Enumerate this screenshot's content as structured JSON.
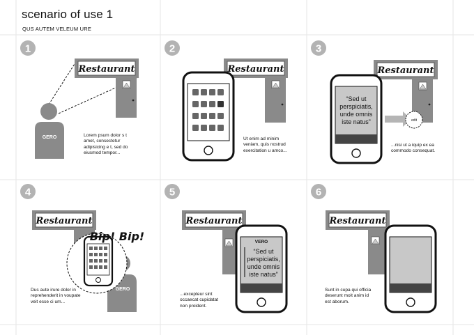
{
  "header": {
    "title": "scenario of use 1",
    "subtitle": "QUS AUTEM VELEUM  URE"
  },
  "steps": [
    "1",
    "2",
    "3",
    "4",
    "5",
    "6"
  ],
  "sign_text": "Restaurant",
  "person_label": "GERO",
  "edit_label": "edit",
  "bip_label": "Bip! Bip!",
  "vero_label": "VERO",
  "quote_lines": [
    "“Sed ut",
    "perspiciatis,",
    "unde omnis",
    "iste natus”"
  ],
  "captions": {
    "p1": [
      "Lorem  psum dolor s t",
      "amet, consectetur",
      "adipisicing e  t, sed do",
      "eiusmod tempor..."
    ],
    "p2": [
      "Ut enim ad minim",
      "veniam, quis nostrud",
      "exercitation u  amco..."
    ],
    "p3": [
      "...nisi ut a iquip ex ea",
      "commodo consequat."
    ],
    "p4": [
      "Dus aute irure dolor in",
      "reprehenderit in voupate",
      "veit esse ci um..."
    ],
    "p5": [
      "...excepteur sint",
      "occaecat cupidatat",
      "non proident."
    ],
    "p6": [
      "Sunt in cupa qui officia",
      "deserunt moit anim id",
      "est  aborum."
    ]
  }
}
